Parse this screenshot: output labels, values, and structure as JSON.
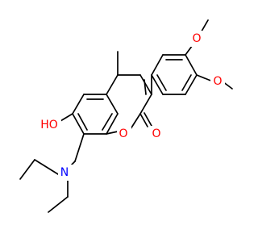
{
  "colors": {
    "carbon": "#000000",
    "oxygen": "#ff0000",
    "nitrogen": "#0000ff",
    "background": "#ffffff"
  },
  "atoms": {
    "hydroxyl": "HO",
    "ring_oxygen": "O",
    "carbonyl_oxygen": "O",
    "nitrogen": "N",
    "methoxy_oxygen_top": "O",
    "methoxy_oxygen_bottom": "O"
  }
}
